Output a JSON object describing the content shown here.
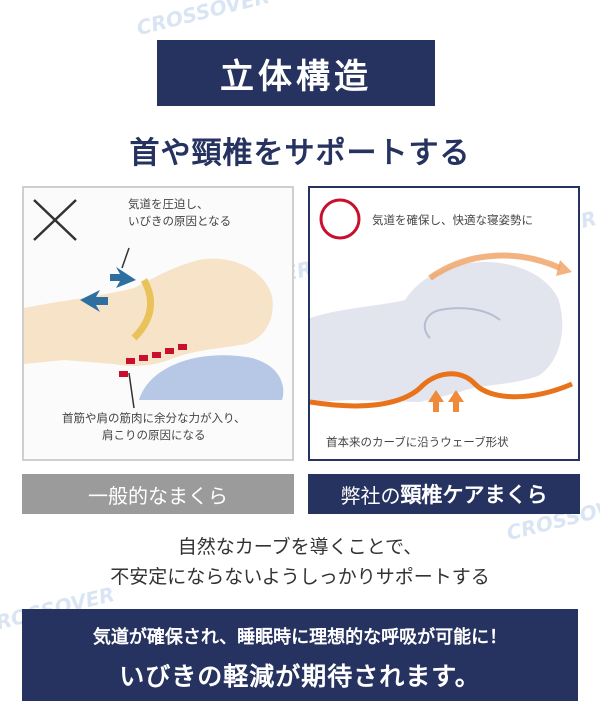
{
  "heading": {
    "title": "立体構造",
    "subtitle": "首や頸椎をサポートする"
  },
  "left_panel": {
    "top_note": [
      "気道を圧迫し、",
      "いびきの原因となる"
    ],
    "bottom_note": [
      "首筋や肩の筋肉に余分な力が入り、",
      "肩こりの原因になる"
    ],
    "label": "一般的なまくら",
    "icon": "cross-mark"
  },
  "right_panel": {
    "top_note": "気道を確保し、快適な寝姿勢に",
    "bottom_note": "首本来のカーブに沿うウェーブ形状",
    "label_prefix": "弊社の",
    "label_emphasis": "頸椎ケアまくら",
    "icon": "circle-mark"
  },
  "body_text": {
    "line1": "自然なカーブを導くことで、",
    "line2": "不安定にならないようしっかりサポートする"
  },
  "banner": {
    "line1": "気道が確保され、睡眠時に理想的な呼吸が可能に！",
    "line2": "いびきの軽減が期待されます。"
  },
  "watermark": "CROSSOVER",
  "colors": {
    "navy": "#26325f",
    "gray_label": "#9b9b9b",
    "red_mark": "#c8102e",
    "orange_wave": "#e8731a"
  }
}
